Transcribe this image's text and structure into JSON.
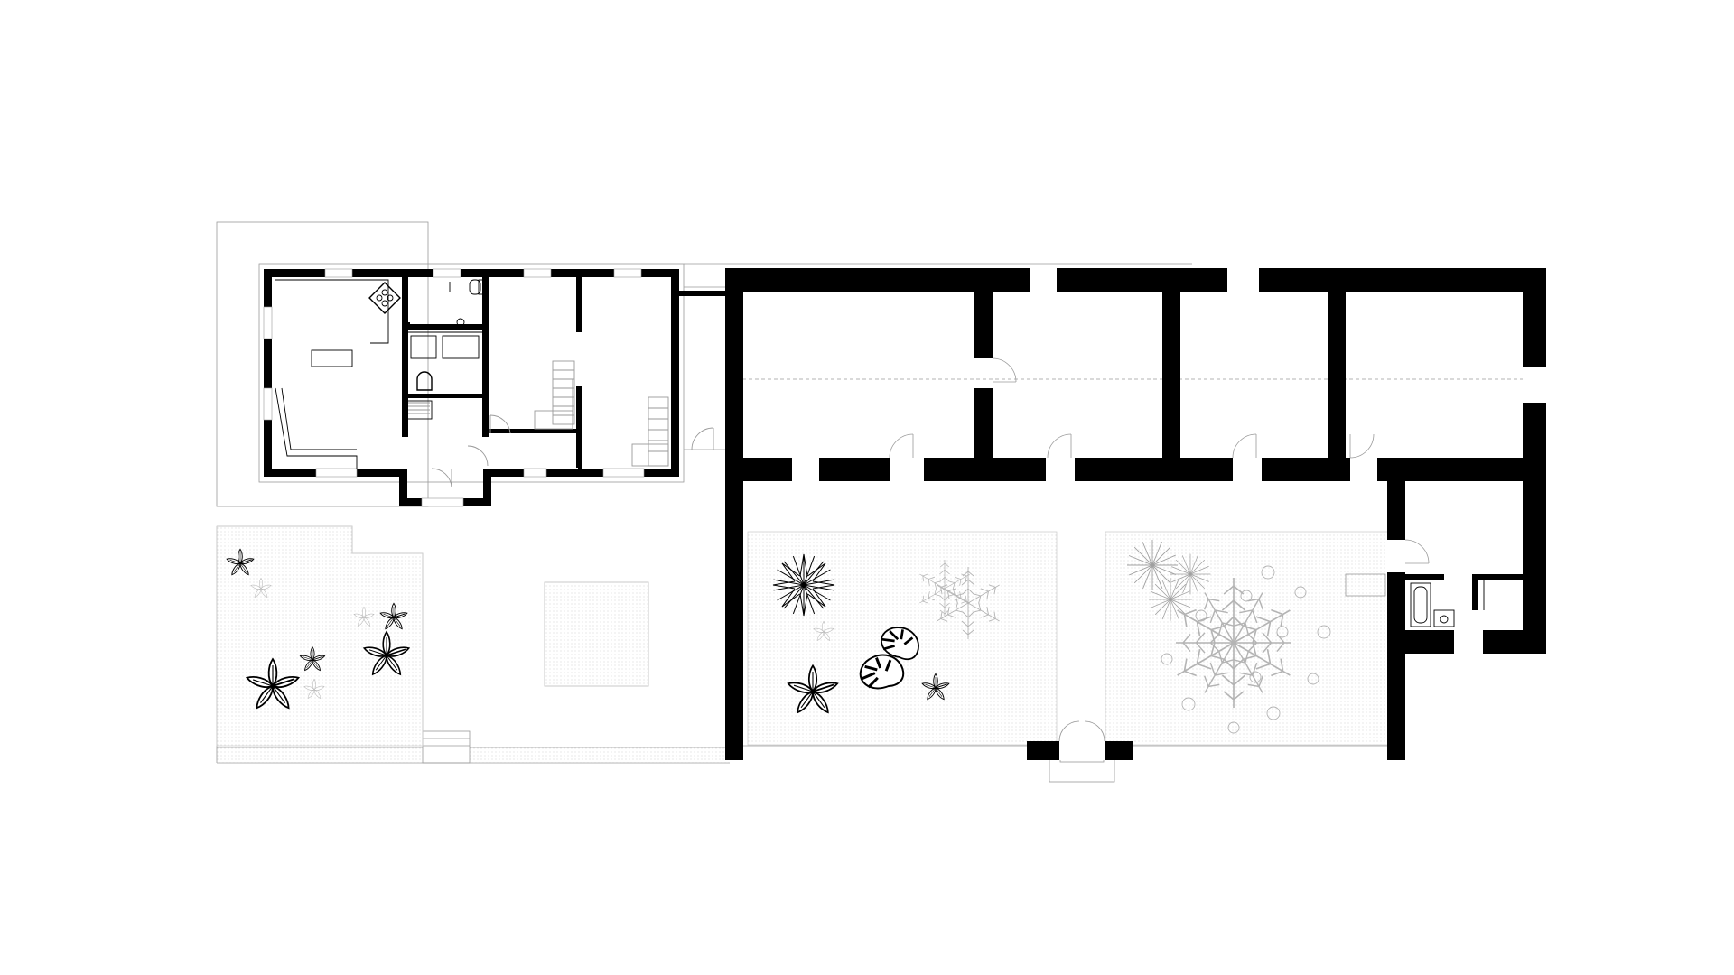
{
  "drawing": {
    "type": "architectural floor plan",
    "colors": {
      "background": "#ffffff",
      "wall": "#000000",
      "thin_line": "#9a9a9a",
      "hatch": "#c8c8c8",
      "plant_dark": "#000000",
      "plant_light": "#b4b4b4"
    },
    "icons": [
      "flower-plant-icon",
      "palm-plant-icon",
      "monstera-leaf-icon",
      "tree-canopy-icon",
      "toilet-icon",
      "bathtub-icon",
      "sink-icon",
      "stove-icon",
      "stair-icon",
      "door-swing-icon"
    ],
    "rooms": {
      "left_house": [
        "kitchen-living-room",
        "bathroom",
        "hall",
        "room-with-stair",
        "stair-room"
      ],
      "barn": [
        "barn-room-1",
        "barn-room-2",
        "barn-room-3",
        "barn-room-4"
      ],
      "courtyard": [
        "planted-bed-left",
        "planted-bed-right",
        "garden-left",
        "garden-patch-square"
      ],
      "annex": [
        "annex-room",
        "annex-bathroom"
      ]
    }
  }
}
